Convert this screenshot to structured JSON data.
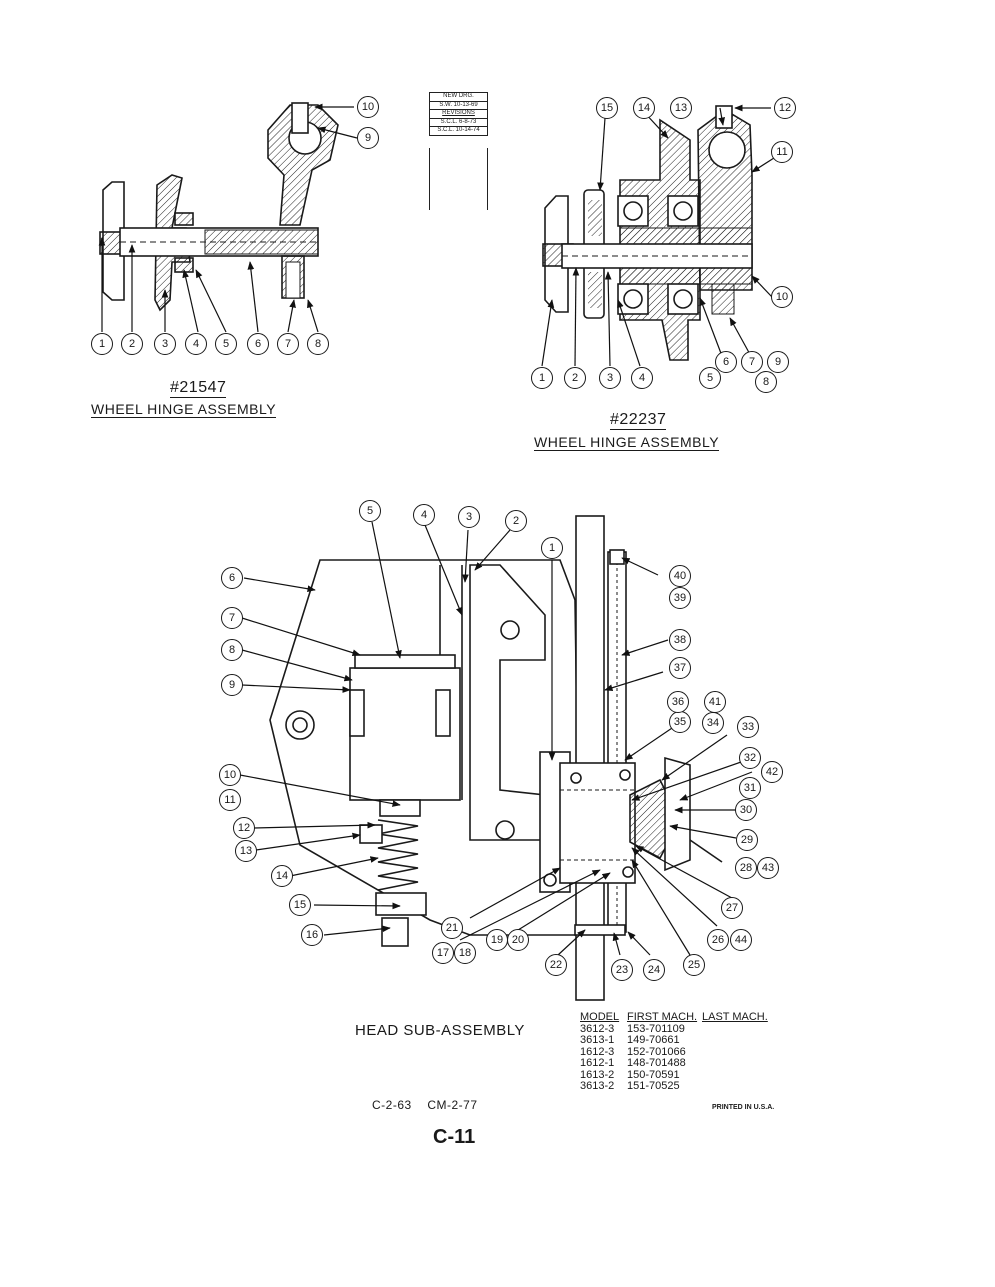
{
  "revisions": {
    "header": "NEW DRG.",
    "drawn": "S.W. 10-13-69",
    "label": "REVISIONS",
    "items": [
      "S.C.L. 6-8-73",
      "S.C.L. 10-14-74"
    ]
  },
  "assembly_1": {
    "number": "#21547",
    "title": "WHEEL HINGE ASSEMBLY",
    "callouts": [
      "1",
      "2",
      "3",
      "4",
      "5",
      "6",
      "7",
      "8",
      "9",
      "10"
    ]
  },
  "assembly_2": {
    "number": "#22237",
    "title": "WHEEL HINGE ASSEMBLY",
    "callouts": [
      "1",
      "2",
      "3",
      "4",
      "5",
      "6",
      "7",
      "8",
      "9",
      "10",
      "11",
      "12",
      "13",
      "14",
      "15"
    ]
  },
  "assembly_3": {
    "title": "HEAD SUB-ASSEMBLY",
    "callouts": [
      "1",
      "2",
      "3",
      "4",
      "5",
      "6",
      "7",
      "8",
      "9",
      "10",
      "11",
      "12",
      "13",
      "14",
      "15",
      "16",
      "17",
      "18",
      "19",
      "20",
      "21",
      "22",
      "23",
      "24",
      "25",
      "26",
      "27",
      "28",
      "29",
      "30",
      "31",
      "32",
      "33",
      "34",
      "35",
      "36",
      "37",
      "38",
      "39",
      "40",
      "41",
      "42",
      "43",
      "44"
    ]
  },
  "model_table": {
    "headers": [
      "MODEL",
      "FIRST MACH.",
      "LAST MACH."
    ],
    "rows": [
      [
        "3612-3",
        "153-701109",
        ""
      ],
      [
        "3613-1",
        "149-70661",
        ""
      ],
      [
        "1612-3",
        "152-701066",
        ""
      ],
      [
        "1612-1",
        "148-701488",
        ""
      ],
      [
        "1613-2",
        "150-70591",
        ""
      ],
      [
        "3613-2",
        "151-70525",
        ""
      ]
    ]
  },
  "footer": {
    "codes": "C-2-63  CM-2-77",
    "printed": "PRINTED IN U.S.A.",
    "page": "C-11"
  }
}
